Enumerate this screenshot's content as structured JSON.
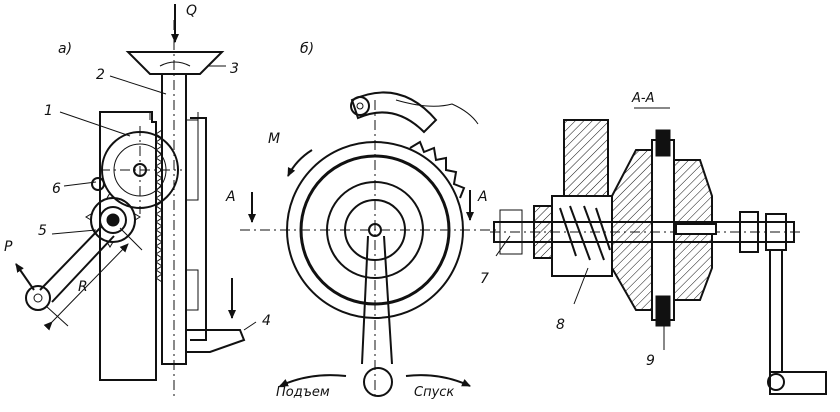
{
  "labels": {
    "view_a": "а)",
    "view_b": "б)",
    "section": "А-А",
    "force_q": "Q",
    "force_p": "P",
    "radius": "R",
    "moment": "M",
    "section_mark_left": "А",
    "section_mark_right": "А",
    "lift": "Подъем",
    "lower": "Спуск",
    "part_1": "1",
    "part_2": "2",
    "part_3": "3",
    "part_4": "4",
    "part_5": "5",
    "part_6": "6",
    "part_7": "7",
    "part_8": "8",
    "part_9": "9"
  }
}
